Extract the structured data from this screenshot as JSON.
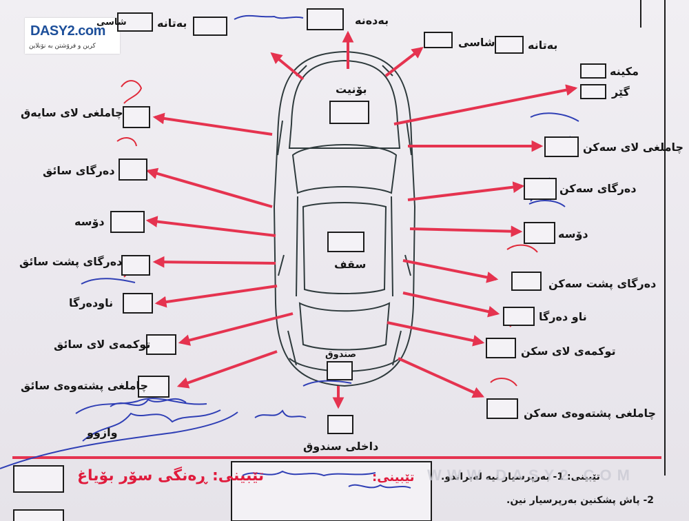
{
  "brand": {
    "logo_text": "DASY2.com",
    "tagline": "کرین و فرۆشتن بە نۆنلاین"
  },
  "watermark": "WWW.DASY2.COM",
  "labels": {
    "hood": "بۆنیت",
    "roof": "سقف",
    "trunk": "صندوق",
    "trunk_inside": "داخلی سندوق",
    "bumper_front": "بەدەنە",
    "chassis_left": "شاسی",
    "batana_left": "بەتانە",
    "chassis_right": "شاسی",
    "batana_right": "بەتانە",
    "engine": "مکینە",
    "gear": "گێر",
    "fender_fl": "چاملغی لای سایەق",
    "door_fl": "دەرگای سائق",
    "sill_l": "دۆسە",
    "door_rl": "دەرگای پشت سائق",
    "inner_door_l": "ناودەرگا",
    "bumper_l": "توکمەی لای سائق",
    "fender_rl": "چاملغی پشتەوەی سائق",
    "fender_fr": "چاملغی لای سەکن",
    "door_fr": "دەرگای سەکن",
    "sill_r": "دۆسە",
    "door_rr": "دەرگای پشت سەکن",
    "inner_door_r": "ناو دەرگا",
    "bumper_r": "توکمەی لای سکن",
    "fender_rr": "چاملغی پشتەوەی سەکن",
    "signature": "وازوو"
  },
  "notes": {
    "color_title": "تێبینی: ڕەنگی سۆر بۆیاغ",
    "box_title": "تێبینی:",
    "note_1": "تێبینی: 1- بەرپرسیار نیە لەبراندو.",
    "note_2": "2- پاش پشکنین بەرپرسیار نین."
  },
  "colors": {
    "arrow": "#e5334f",
    "red_mark": "#e02a3a",
    "blue_mark": "#2f3fb5",
    "line": "#1b1b1b"
  }
}
